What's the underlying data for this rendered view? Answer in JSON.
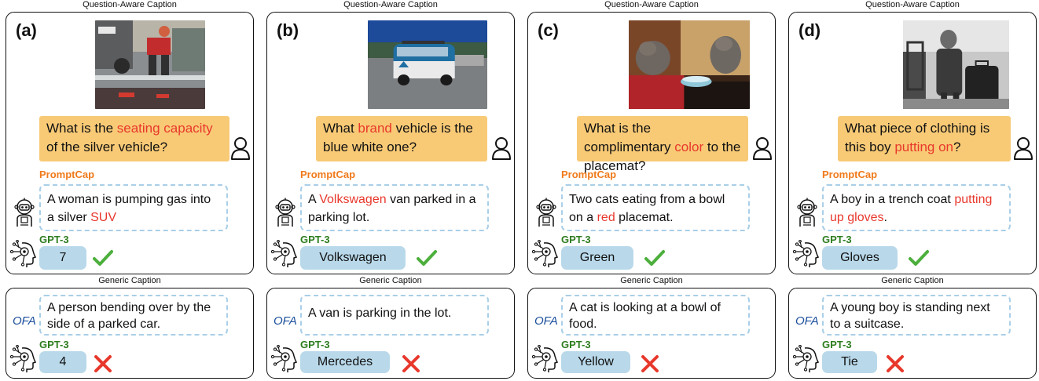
{
  "section_labels": {
    "top": "Question-Aware Caption",
    "bottom": "Generic Caption"
  },
  "method_labels": {
    "promptcap": "PromptCap",
    "gpt3": "GPT-3",
    "ofa": "OFA"
  },
  "icons": {
    "user": "user-icon",
    "robot": "robot-icon",
    "brain": "ai-brain-icon",
    "check": "checkmark-icon",
    "cross": "cross-icon"
  },
  "colors": {
    "question_bg": "#f8ca76",
    "highlight_red": "#e8382c",
    "promptcap_orange": "#f07a1a",
    "gpt3_green": "#2e7d1f",
    "answer_bg": "#b9d9ea",
    "caption_border": "#a9cfe8",
    "ofa_blue": "#1c4f9c",
    "check_green": "#4caf3c",
    "cross_red": "#e8382c"
  },
  "panels": [
    {
      "tag": "(a)",
      "question": {
        "before": "What is the ",
        "highlight": "seating capacity",
        "after": " of the silver vehicle?"
      },
      "promptcap_caption": {
        "before": "A woman is pumping gas into a silver ",
        "highlight": "SUV",
        "after": ""
      },
      "promptcap_answer": "7",
      "generic_caption": "A person bending over by the side of a parked car.",
      "generic_answer": "4"
    },
    {
      "tag": "(b)",
      "question": {
        "before": "What ",
        "highlight": "brand",
        "after": " vehicle is the blue white one?"
      },
      "promptcap_caption": {
        "before": "A ",
        "highlight": "Volkswagen",
        "after": " van parked in a parking lot."
      },
      "promptcap_answer": "Volkswagen",
      "generic_caption": "A van is parking in the lot.",
      "generic_answer": "Mercedes"
    },
    {
      "tag": "(c)",
      "question": {
        "before": "What is the complimentary ",
        "highlight": "color",
        "after": " to the placemat?"
      },
      "promptcap_caption": {
        "before": "Two cats eating from a bowl on a ",
        "highlight": "red",
        "after": " placemat."
      },
      "promptcap_answer": "Green",
      "generic_caption": "A cat is looking at a bowl of food.",
      "generic_answer": "Yellow"
    },
    {
      "tag": "(d)",
      "question": {
        "before": "What piece of clothing is this boy ",
        "highlight": "putting on",
        "after": "?"
      },
      "promptcap_caption": {
        "before": "A boy in a trench coat ",
        "highlight": "putting up gloves",
        "after": "."
      },
      "promptcap_answer": "Gloves",
      "generic_caption": "A young boy is standing next to a suitcase.",
      "generic_answer": "Tie"
    }
  ]
}
